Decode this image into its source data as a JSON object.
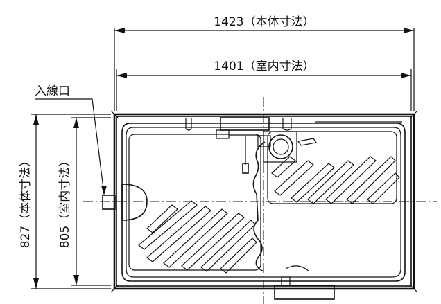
{
  "dimensions": {
    "body_width": "1423（本体寸法）",
    "inner_width": "1401（室内寸法）",
    "body_depth": "827（本体寸法）",
    "inner_depth": "805（室内寸法）"
  },
  "labels": {
    "cable_entry": "入線口"
  }
}
